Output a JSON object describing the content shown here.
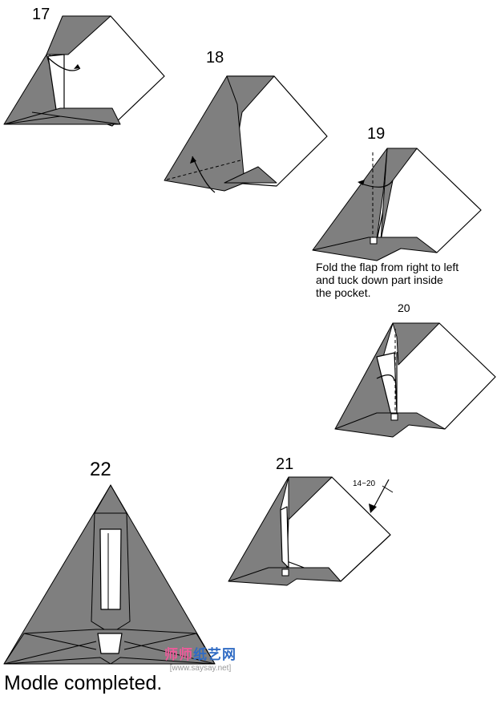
{
  "steps": [
    {
      "number": "17"
    },
    {
      "number": "18"
    },
    {
      "number": "19",
      "note": [
        "Fold the flap from right to left",
        "and tuck down part inside",
        "the pocket."
      ]
    },
    {
      "number": "20"
    },
    {
      "number": "21",
      "repeat_label": "14~20"
    },
    {
      "number": "22"
    }
  ],
  "completion_text": "Modle completed.",
  "watermark": {
    "site_name_pink": "师师",
    "site_name_blue": "纸艺网",
    "url": "[www.saysay.net]"
  },
  "colors": {
    "paper_gray": "#7f7f7f",
    "watermark_pink": "#ee5a9a",
    "watermark_blue": "#2f6bc4"
  }
}
